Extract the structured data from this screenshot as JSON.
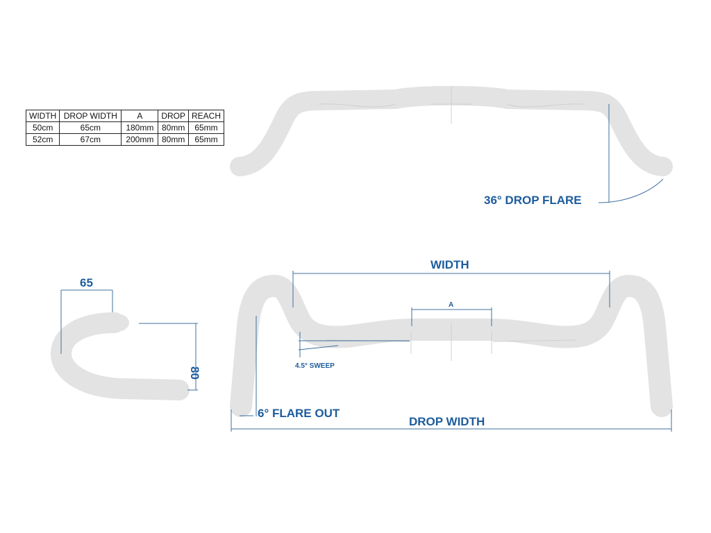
{
  "spec_table": {
    "headers": [
      "WIDTH",
      "DROP WIDTH",
      "A",
      "DROP",
      "REACH"
    ],
    "rows": [
      [
        "50cm",
        "65cm",
        "180mm",
        "80mm",
        "65mm"
      ],
      [
        "52cm",
        "67cm",
        "200mm",
        "80mm",
        "65mm"
      ]
    ]
  },
  "labels": {
    "drop_flare": "36° DROP FLARE",
    "width": "WIDTH",
    "a": "A",
    "sweep": "4.5° SWEEP",
    "flare_out": "6° FLARE OUT",
    "drop_width": "DROP WIDTH",
    "reach": "65",
    "drop": "80"
  },
  "colors": {
    "accent": "#1d5c9c",
    "bar": "#e3e3e3"
  }
}
